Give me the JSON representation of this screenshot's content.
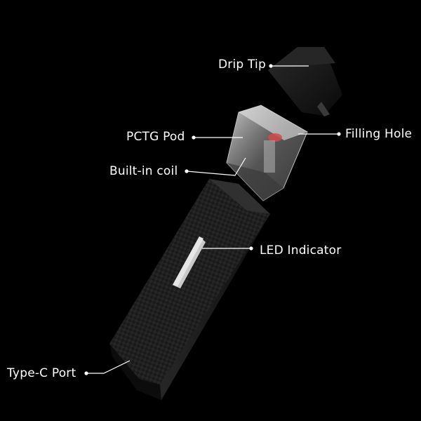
{
  "labels": {
    "drip_tip": "Drip Tip",
    "pctg_pod": "PCTG Pod",
    "filling_hole": "Filling Hole",
    "built_in_coil": "Built-in coil",
    "led_indicator": "LED Indicator",
    "type_c_port": "Type-C Port"
  },
  "colors": {
    "background": "#000000",
    "label_text": "#ffffff",
    "device_body": "#1b1b1b",
    "led_strip": "#c9c9c9",
    "pod_clear": "#d9d9d9",
    "coil_accent": "#d24a4a"
  }
}
